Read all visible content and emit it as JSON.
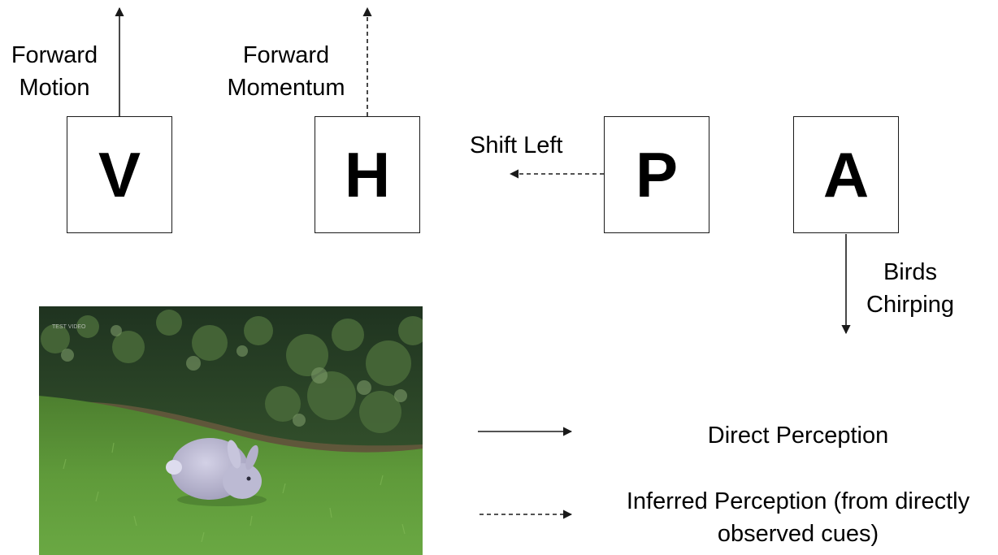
{
  "nodes": {
    "v": {
      "letter": "V"
    },
    "h": {
      "letter": "H"
    },
    "p": {
      "letter": "P"
    },
    "a": {
      "letter": "A"
    }
  },
  "edge_labels": {
    "v": {
      "line1": "Forward",
      "line2": "Motion"
    },
    "h": {
      "line1": "Forward",
      "line2": "Momentum"
    },
    "p": {
      "line1": "Shift Left"
    },
    "a": {
      "line1": "Birds",
      "line2": "Chirping"
    }
  },
  "legend": {
    "direct": "Direct Perception",
    "inferred": {
      "line1": "Inferred Perception (from directly",
      "line2": "observed cues)"
    }
  },
  "photo": {
    "watermark": "TEST VIDEO",
    "colors": {
      "grass": "#5f9a3a",
      "foliage": "#2f4a26",
      "soil": "#6b5a3e",
      "rabbit": "#b9b7cf"
    }
  },
  "colors": {
    "stroke": "#1a1a1a",
    "text": "#000000",
    "background": "#ffffff"
  }
}
